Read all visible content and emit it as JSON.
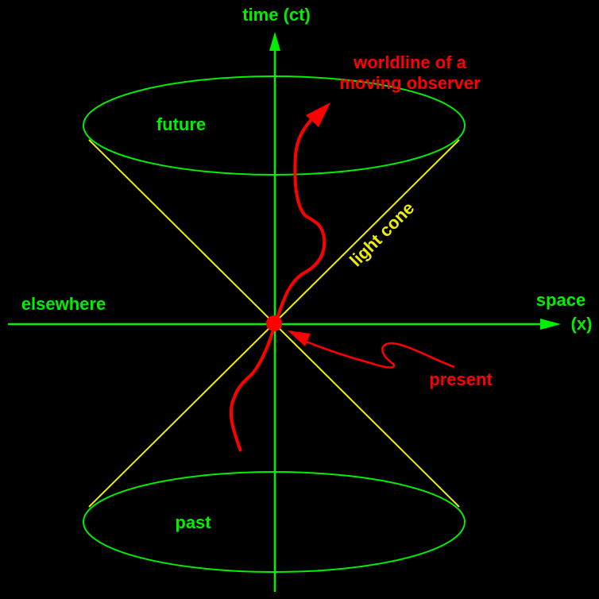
{
  "colors": {
    "axis": "#00ee00",
    "cone": "#eeee00",
    "worldline": "#ff0000",
    "background": "#000000"
  },
  "labels": {
    "time_axis": "time (ct)",
    "worldline_line1": "worldline of a",
    "worldline_line2": "moving observer",
    "future": "future",
    "light_cone": "light cone",
    "elsewhere": "elsewhere",
    "space_line1": "space",
    "space_line2": "(x)",
    "present": "present",
    "past": "past"
  }
}
